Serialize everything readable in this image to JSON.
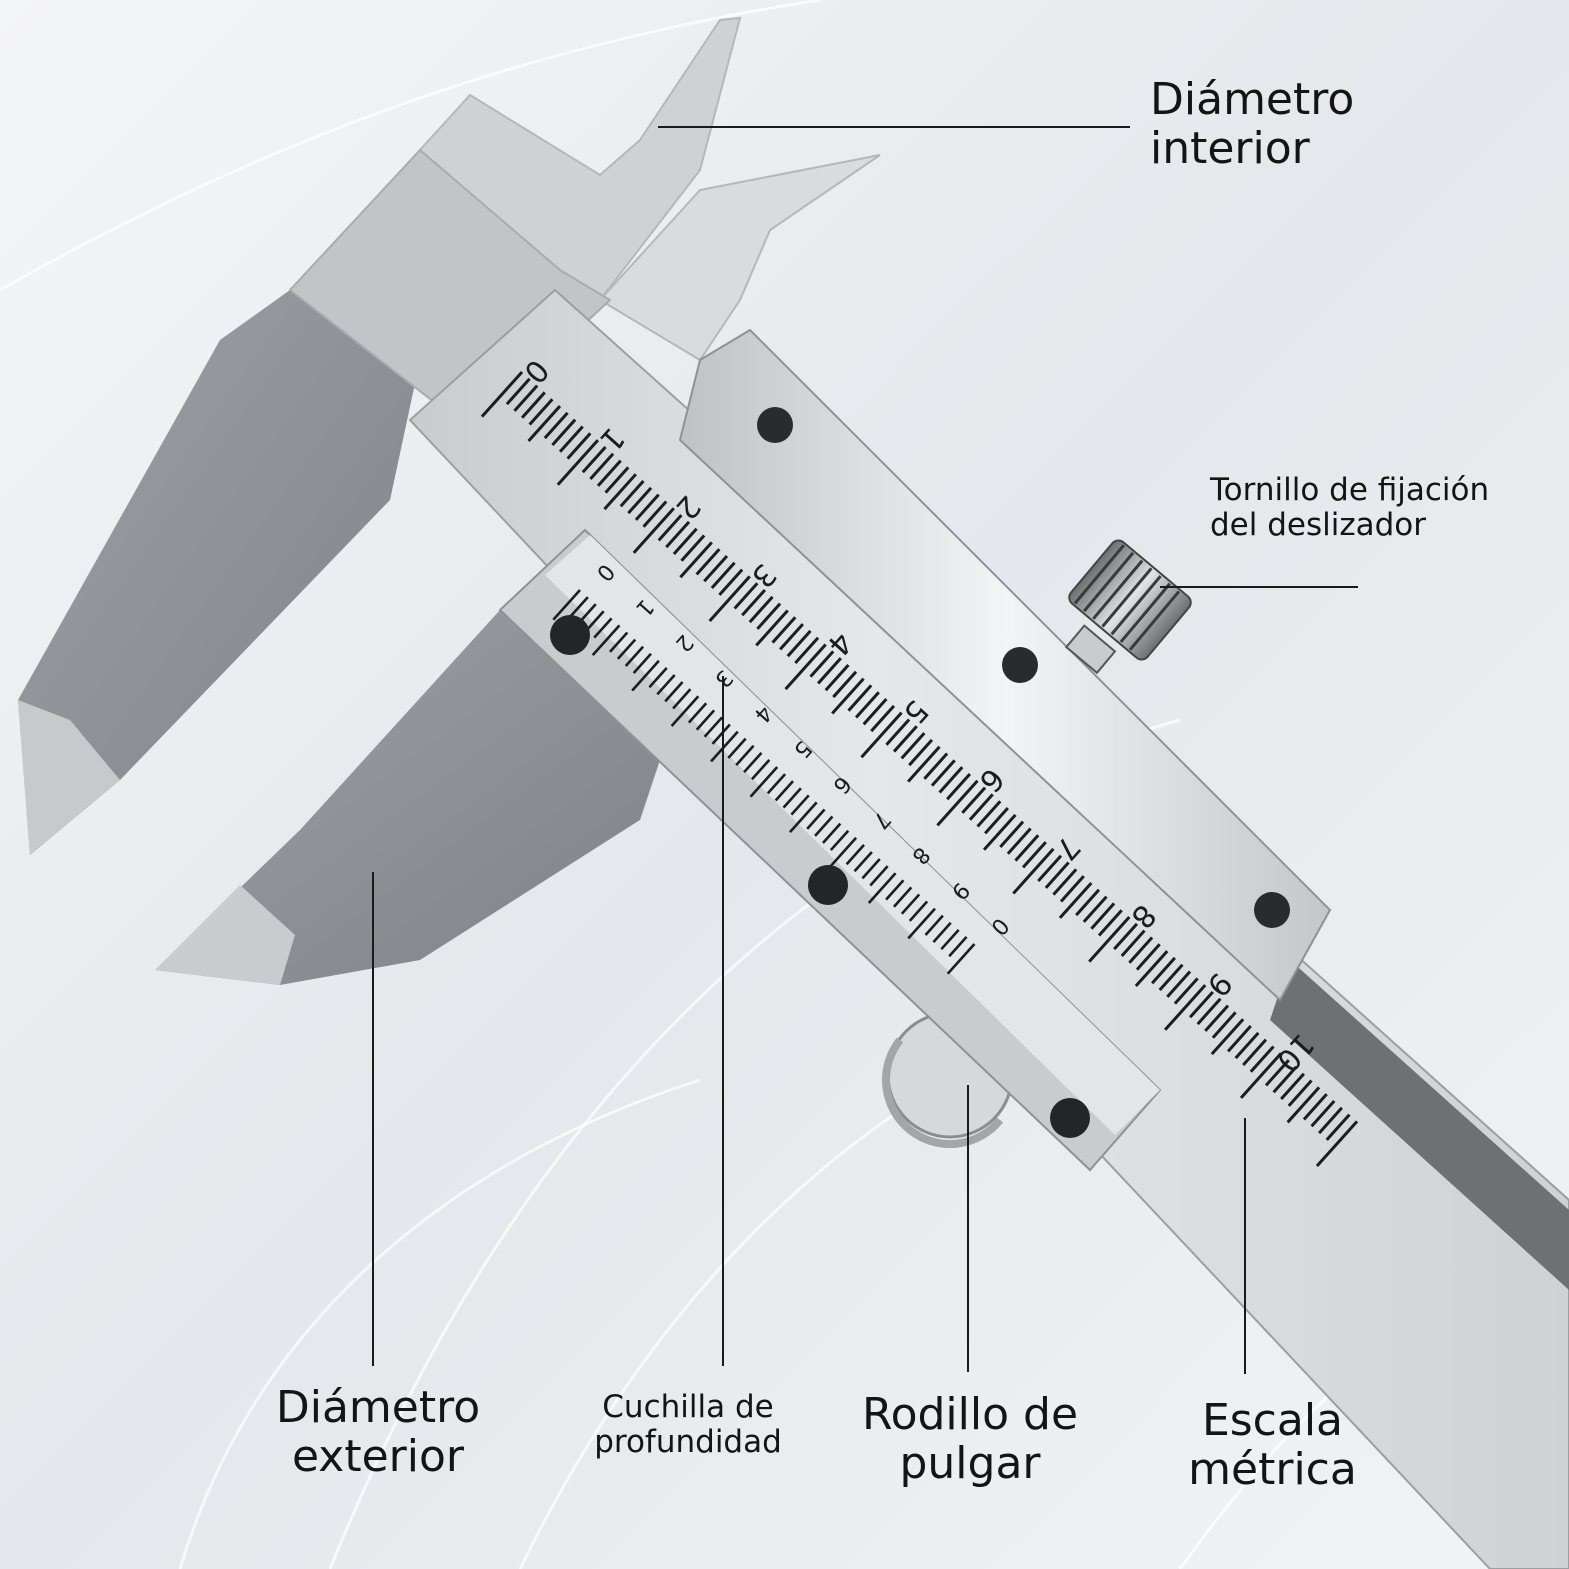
{
  "callouts": {
    "inside_diameter": {
      "line1": "Diámetro",
      "line2": "interior"
    },
    "lock_screw": {
      "line1": "Tornillo de fijación",
      "line2": "del deslizador"
    },
    "outside_diameter": {
      "line1": "Diámetro",
      "line2": "exterior"
    },
    "depth_blade": {
      "line1": "Cuchilla de",
      "line2": "profundidad"
    },
    "thumb_roller": {
      "line1": "Rodillo de",
      "line2": "pulgar"
    },
    "metric_scale": {
      "line1": "Escala",
      "line2": "métrica"
    }
  },
  "main_scale": {
    "numbers": [
      "0",
      "1",
      "2",
      "3",
      "4",
      "5",
      "6",
      "7",
      "8",
      "9",
      "10"
    ]
  },
  "vernier_scale": {
    "numbers": [
      "0",
      "1",
      "2",
      "3",
      "4",
      "5",
      "6",
      "7",
      "8",
      "9",
      "0"
    ]
  },
  "colors": {
    "background": "#eef0f3",
    "steel_light": "#d7d9dc",
    "steel_mid": "#a6a9ad",
    "steel_dark": "#7d8084",
    "text": "#141414"
  }
}
